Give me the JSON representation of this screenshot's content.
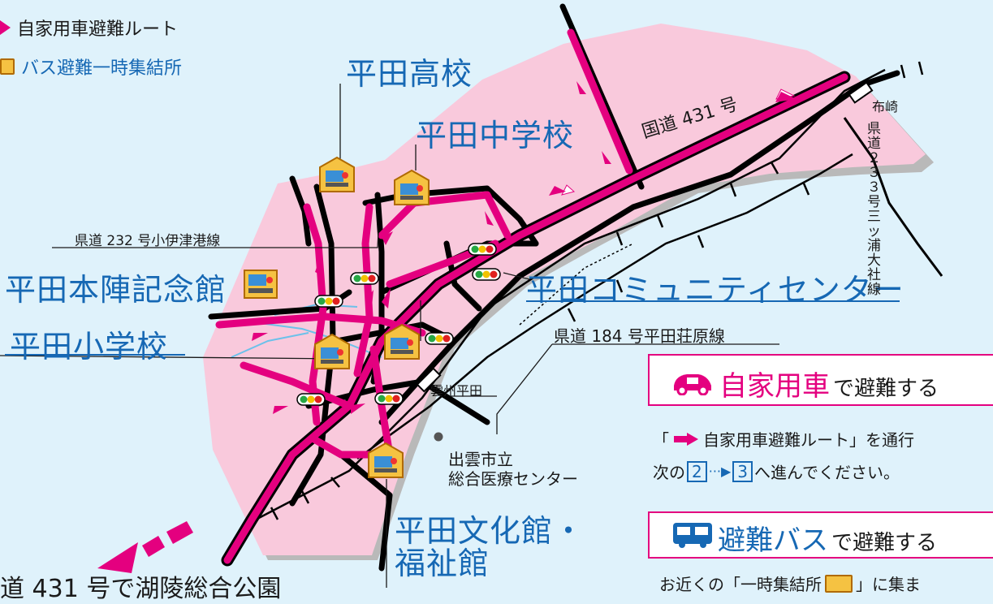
{
  "legend": {
    "car_route": "自家用車避難ルート",
    "bus_point": "バス避難一時集結所"
  },
  "places": {
    "hirata_high": "平田高校",
    "hirata_junior_high": "平田中学校",
    "honjin": "平田本陣記念館",
    "elementary": "平田小学校",
    "community_center": "平田コミュニティセンター",
    "bunka_line1": "平田文化館・",
    "bunka_line2": "福祉館",
    "hospital_line1": "出雲市立",
    "hospital_line2": "総合医療センター",
    "unshu_hirata": "雲州平田",
    "nunozaki": "布崎"
  },
  "roads": {
    "route431": "国道 431 号",
    "pref232": "県道 232 号小伊津港線",
    "pref184": "県道 184 号平田荘原線",
    "pref_vertical": "県道２３３号三ッ浦大社線",
    "bottom_left": "道 431 号で湖陵総合公園"
  },
  "panel": {
    "car_highlight": "自家用車",
    "car_rest": "で避難する",
    "car_desc1a": "「",
    "car_desc1b": "自家用車避難ルート」を通行",
    "car_desc2a": "次の",
    "num2": "2",
    "num3": "3",
    "car_desc2b": "へ進んでください。",
    "bus_highlight": "避難バス",
    "bus_rest": "で避難する",
    "bus_desc_a": "お近くの「一時集結所",
    "bus_desc_b": "」に集ま"
  },
  "colors": {
    "route_pink": "#e4007f",
    "area_pink": "#f9c9dc",
    "label_blue": "#1668b4",
    "background": "#dff2fb"
  }
}
